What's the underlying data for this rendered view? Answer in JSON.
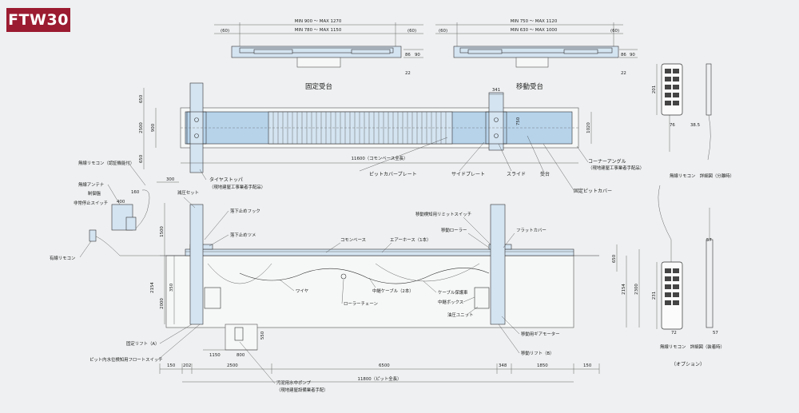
{
  "badge": "FTW30",
  "top_left": {
    "dim_outer": "MIN 900 ～ MAX 1270",
    "dim_inner": "MIN 780 ～ MAX 1150",
    "left_gap": "(60)",
    "right_gap": "(60)",
    "h1": "86",
    "h2": "90",
    "h3": "22",
    "caption": "固定受台"
  },
  "top_right": {
    "dim_outer": "MIN 750 ～ MAX 1120",
    "dim_inner": "MIN 630 ～ MAX 1000",
    "left_gap": "(60)",
    "right_gap": "(60)",
    "h1": "86",
    "h2": "90",
    "h3": "22",
    "caption": "移動受台"
  },
  "plan": {
    "dims_left": [
      "650",
      "2500",
      "900",
      "650"
    ],
    "dims_right": [
      "750",
      "1020"
    ],
    "top_dim": "341",
    "overall": "11600（コモンベース全長）",
    "labels": {
      "pit_cover_plate": "ピットカバープレート",
      "side_plate": "サイドプレート",
      "slide": "スライド",
      "receiver": "受台",
      "corner_angle": "コーナーアングル",
      "corner_angle_note": "（現地建屋工事業者手配品）",
      "fixed_pit_cover": "固定ピットカバー",
      "tire_stopper": "タイヤストッパ",
      "tire_stopper_note": "（現地建屋工事業者手配品）"
    }
  },
  "elevation": {
    "labels": {
      "wireless_remote": "無線リモコン（認証機能付）",
      "wireless_antenna": "無線アンテナ",
      "control_panel": "制御盤",
      "emergency_stop": "非常停止スイッチ",
      "wired_remote": "有線リモコン",
      "reduced_pressure_set": "減圧セット",
      "fall_hook": "落下止めフック",
      "fall_claw": "落下止めツメ",
      "common_base": "コモンベース",
      "air_hose": "エアーホース（1本）",
      "move_limit_switch": "移動検知用リミットスイッチ",
      "move_roller": "移動ローラー",
      "flat_cover": "フラットカバー",
      "wire": "ワイヤ",
      "relay_cable": "中継ケーブル（2本）",
      "cable_carrier": "ケーブル保護車",
      "relay_box": "中継ボックス",
      "roller_chain": "ローラーチェーン",
      "hydraulic_unit": "油圧ユニット",
      "move_gear_motor": "移動用ギアモーター",
      "move_lift_b": "移動リフト（B）",
      "fixed_lift_a": "固定リフト（A）",
      "float_switch": "ピット内水位検知用フロートスイッチ",
      "pump": "汚泥用水中ポンプ",
      "pump_note": "（現地建屋設備業者手配）"
    },
    "dims": {
      "d1150": "1150",
      "d800": "800",
      "d150a": "150",
      "d202": "202",
      "d2500": "2500",
      "d6500": "6500",
      "d348": "348",
      "d1850": "1850",
      "d150b": "150",
      "overall": "11800（ピット全長）",
      "h300": "300",
      "h160": "160",
      "h400": "400",
      "h1500": "1500",
      "h2154a": "2154",
      "h2000": "2000",
      "h350": "350",
      "h550": "550",
      "h650": "650",
      "h2154b": "2154",
      "h2300": "2300"
    }
  },
  "remote": {
    "dims": {
      "w201": "201",
      "w76": "76",
      "w385": "38.5",
      "h231": "231",
      "w72": "72",
      "w57a": "57",
      "w57b": "57"
    },
    "caption_split": "無線リモコン　詳細図（分離時）",
    "caption_mounted": "無線リモコン　詳細図（装着時）",
    "option": "（オプション）"
  }
}
